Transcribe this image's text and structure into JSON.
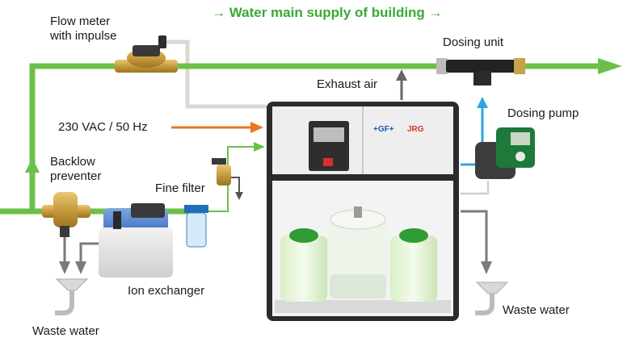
{
  "title": "→ Water main supply of building →",
  "labels": {
    "flow_meter_line1": "Flow meter",
    "flow_meter_line2": "with impulse",
    "dosing_unit": "Dosing unit",
    "exhaust_air": "Exhaust air",
    "dosing_pump": "Dosing pump",
    "power": "230 VAC / 50 Hz",
    "backflow_line1": "Backlow",
    "backflow_line2": "preventer",
    "fine_filter": "Fine filter",
    "ion_exchanger": "Ion exchanger",
    "waste_water_left": "Waste water",
    "waste_water_right": "Waste water",
    "brand_gf": "+GF+",
    "brand_jrg": "JRG"
  },
  "colors": {
    "water_pipe": "#6cc04a",
    "title_green": "#3aa935",
    "power_arrow": "#e87722",
    "drain_arrow": "#7a7a7a",
    "dosing_arrow": "#2aa7df",
    "cabinet_frame": "#2b2b2b",
    "cabinet_panel": "#eeeeee"
  }
}
